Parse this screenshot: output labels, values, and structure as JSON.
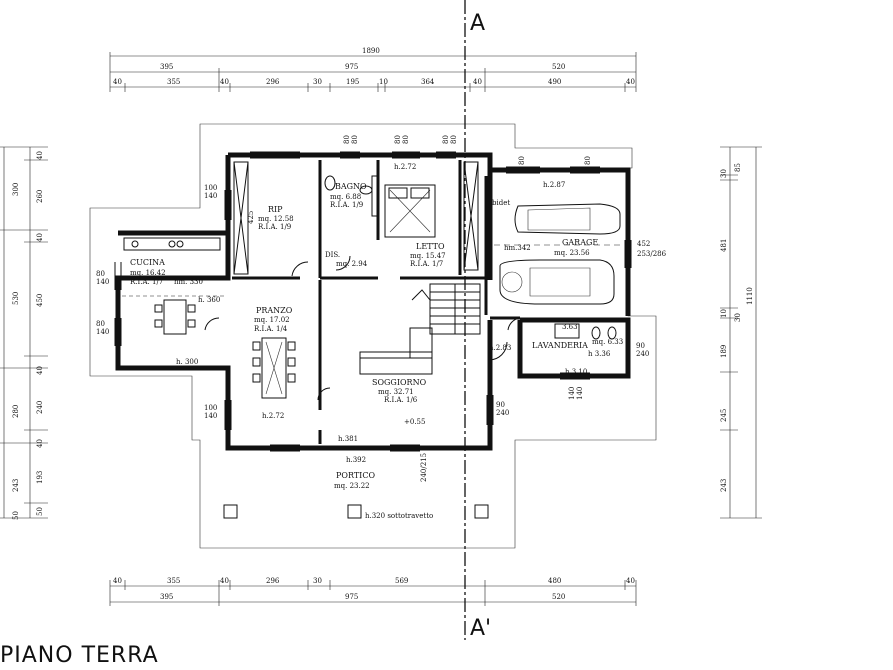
{
  "title": "PIANO TERRA",
  "section_top": "A",
  "section_bottom": "A'",
  "dims": {
    "top_total": "1890",
    "top_mid": [
      "395",
      "975",
      "520"
    ],
    "top_detail": [
      "40",
      "355",
      "40",
      "296",
      "30",
      "195",
      "10",
      "364",
      "40",
      "490",
      "40"
    ],
    "bot_detail": [
      "40",
      "355",
      "40",
      "296",
      "30",
      "569",
      "480",
      "40"
    ],
    "bot_mid": [
      "395",
      "975",
      "520"
    ],
    "left_a": [
      "300",
      "530",
      "280",
      "243",
      "50"
    ],
    "left_b": [
      "40",
      "260",
      "40",
      "450",
      "40",
      "240",
      "40",
      "193",
      "50"
    ],
    "right_a": [
      "30",
      "85",
      "481",
      "10",
      "30",
      "189",
      "245",
      "243"
    ],
    "right_total": "1110",
    "win_marks": [
      "80",
      "140",
      "80",
      "140",
      "100",
      "140",
      "100",
      "140",
      "80",
      "80",
      "80",
      "80",
      "80",
      "80",
      "90",
      "240",
      "90",
      "240",
      "80",
      "80",
      "140",
      "140"
    ]
  },
  "rooms": {
    "cucina": {
      "name": "CUCINA",
      "mq": "mq. 16.42",
      "ria": "R.I.A. 1/7",
      "hm": "hm. 330",
      "h": "h. 360",
      "h2": "h. 300"
    },
    "rip": {
      "name": "RIP",
      "mq": "mq. 12.58",
      "ria": "R.I.A. 1/9",
      "w": "425"
    },
    "bagno": {
      "name": "BAGNO",
      "mq": "mq. 6.88",
      "ria": "R.I.A. 1/9"
    },
    "dis": {
      "name": "DIS.",
      "mq": "mq. 2.94"
    },
    "letto": {
      "name": "LETTO",
      "mq": "mq. 15.47",
      "ria": "R.I.A. 1/7",
      "h": "h.2.72"
    },
    "garage": {
      "name": "GARAGE",
      "mq": "mq. 23.56",
      "hm": "hm.342",
      "h": "h.2.87",
      "dim": "452",
      "dim2": "253/286",
      "bidet": "bidet"
    },
    "pranzo": {
      "name": "PRANZO",
      "mq": "mq. 17.02",
      "ria": "R.I.A. 1/4",
      "h": "h.2.72"
    },
    "soggiorno": {
      "name": "SOGGIORNO",
      "mq": "mq. 32.71",
      "ria": "R.I.A. 1/6",
      "h": "h.381",
      "lvl": "+0.55"
    },
    "lavanderia": {
      "name": "LAVANDERIA",
      "mq": "mq. 6.33",
      "h": "h 3.36",
      "h2": "h.2.83",
      "h3": "h.3.10",
      "v": "3.63"
    },
    "portico": {
      "name": "PORTICO",
      "mq": "mq. 23.22",
      "h": "h.392",
      "h2": "h.320 sottotravetto",
      "d": "240/215"
    }
  }
}
